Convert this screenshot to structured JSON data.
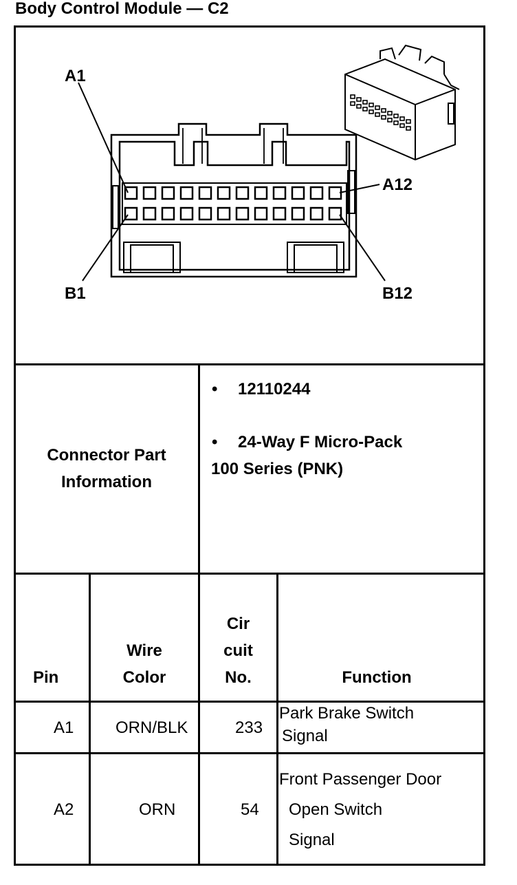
{
  "title": "Body Control Module — C2",
  "diagram": {
    "labels": {
      "a1": "A1",
      "a12": "A12",
      "b1": "B1",
      "b12": "B12"
    }
  },
  "connector_info": {
    "label_line1": "Connector Part",
    "label_line2": "Information",
    "bullet": "•",
    "part_number": "12110244",
    "description_line1": "24-Way F Micro-Pack",
    "description_line2": "100 Series (PNK)"
  },
  "table": {
    "headers": {
      "pin": "Pin",
      "wire_color_line1": "Wire",
      "wire_color_line2": "Color",
      "circuit_line1": "Cir",
      "circuit_line2": "cuit",
      "circuit_line3": "No.",
      "function": "Function"
    },
    "rows": [
      {
        "pin": "A1",
        "wire_color": "ORN/BLK",
        "circuit": "233",
        "function_lines": [
          "Park Brake Switch",
          "Signal"
        ]
      },
      {
        "pin": "A2",
        "wire_color": "ORN",
        "circuit": "54",
        "function_lines": [
          "Front Passenger Door",
          "Open Switch",
          "Signal"
        ]
      }
    ]
  }
}
